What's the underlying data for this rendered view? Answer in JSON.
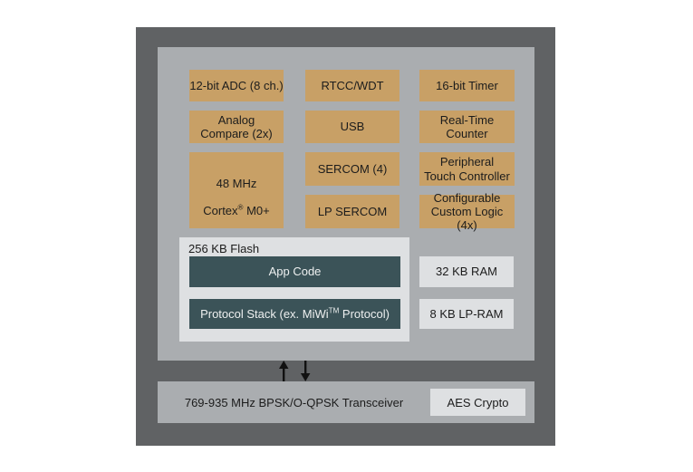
{
  "colors": {
    "frame": "#606264",
    "panel_gray": "#aaadb0",
    "peripheral_tan": "#c8a066",
    "memory_light": "#dee0e2",
    "code_teal": "#3b5358",
    "text_dark": "#1c1c1c",
    "text_light": "#eef0f0"
  },
  "soc": {
    "peripherals": {
      "adc": "12-bit ADC (8 ch.)",
      "rtcc_wdt": "RTCC/WDT",
      "timer": "16-bit Timer",
      "analog_compare": "Analog\nCompare (2x)",
      "usb": "USB",
      "real_time_counter": "Real-Time\nCounter",
      "sercom": "SERCOM (4)",
      "peripheral_touch": "Peripheral\nTouch Controller",
      "lp_sercom": "LP SERCOM",
      "custom_logic": "Configurable\nCustom Logic (4x)"
    },
    "cpu": {
      "line1": "48 MHz",
      "line2_pre": "Cortex",
      "reg_mark": "®",
      "line2_post": " M0+"
    },
    "flash": {
      "title": "256 KB Flash",
      "app_code": "App Code",
      "protocol_pre": "Protocol Stack (ex. MiWi",
      "protocol_tm": "TM",
      "protocol_post": " Protocol)"
    },
    "ram": "32 KB RAM",
    "lp_ram": "8 KB LP-RAM"
  },
  "radio": {
    "transceiver": "769-935 MHz BPSK/O-QPSK Transceiver",
    "aes": "AES Crypto"
  },
  "icons": {
    "up_arrow": "arrow-up",
    "down_arrow": "arrow-down"
  }
}
